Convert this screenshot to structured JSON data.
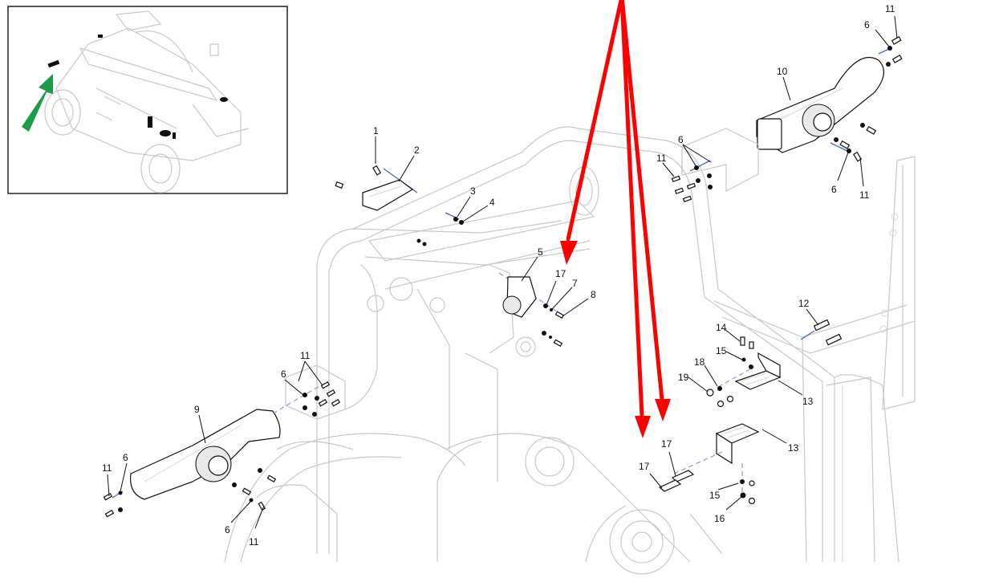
{
  "diagram": {
    "title": "Exploded parts diagram – joystick controls, lamp socket and sensor brackets",
    "inset": {
      "description": "Overview of telehandler with locator arrow",
      "arrow_color": "#1f9a4a"
    },
    "highlight_color": "#ff0000",
    "callouts": {
      "c1": "1",
      "c2": "2",
      "c3": "3",
      "c4": "4",
      "c5": "5",
      "c17a": "17",
      "c7": "7",
      "c8": "8",
      "c9": "9",
      "c10": "10",
      "c11a": "11",
      "c11b": "11",
      "c11c": "11",
      "c11d": "11",
      "c11e": "11",
      "c11f": "11",
      "c6a": "6",
      "c6b": "6",
      "c6c": "6",
      "c6d": "6",
      "c6e": "6",
      "c6f": "6",
      "c12": "12",
      "c13a": "13",
      "c13b": "13",
      "c14": "14",
      "c15a": "15",
      "c15b": "15",
      "c16": "16",
      "c17b": "17",
      "c17c": "17",
      "c18": "18",
      "c19": "19"
    }
  }
}
